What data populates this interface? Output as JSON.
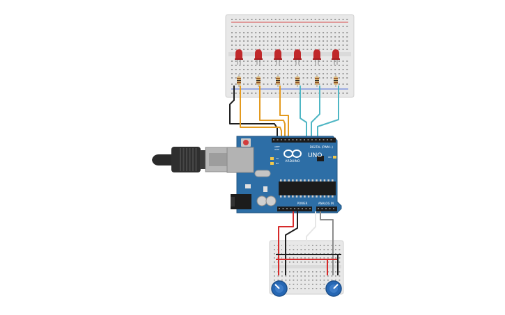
{
  "circuit": {
    "breadboard_top": {
      "led_count": 6,
      "resistor_count": 6
    },
    "arduino": {
      "brand_label": "ARDUINO",
      "model_label": "UNO",
      "digital_header_label": "DIGITAL (PWM~)",
      "power_header_label": "POWER",
      "analog_header_label": "ANALOG IN",
      "aref_label": "AREF",
      "gnd_label": "GND",
      "tx_label": "TX",
      "rx_label": "RX",
      "on_label": "ON"
    },
    "breadboard_bottom": {
      "potentiometer_count": 2
    },
    "colors": {
      "wire_orange": "#e39a1f",
      "wire_cyan": "#4fb6c4",
      "wire_black": "#1e1e1e",
      "wire_red": "#d62a2a",
      "wire_white": "#e6e6e6",
      "wire_gray": "#8c8c8c",
      "arduino_blue": "#2d6ea6",
      "pot_blue": "#2667b4",
      "led_red": "#c0282a"
    }
  }
}
